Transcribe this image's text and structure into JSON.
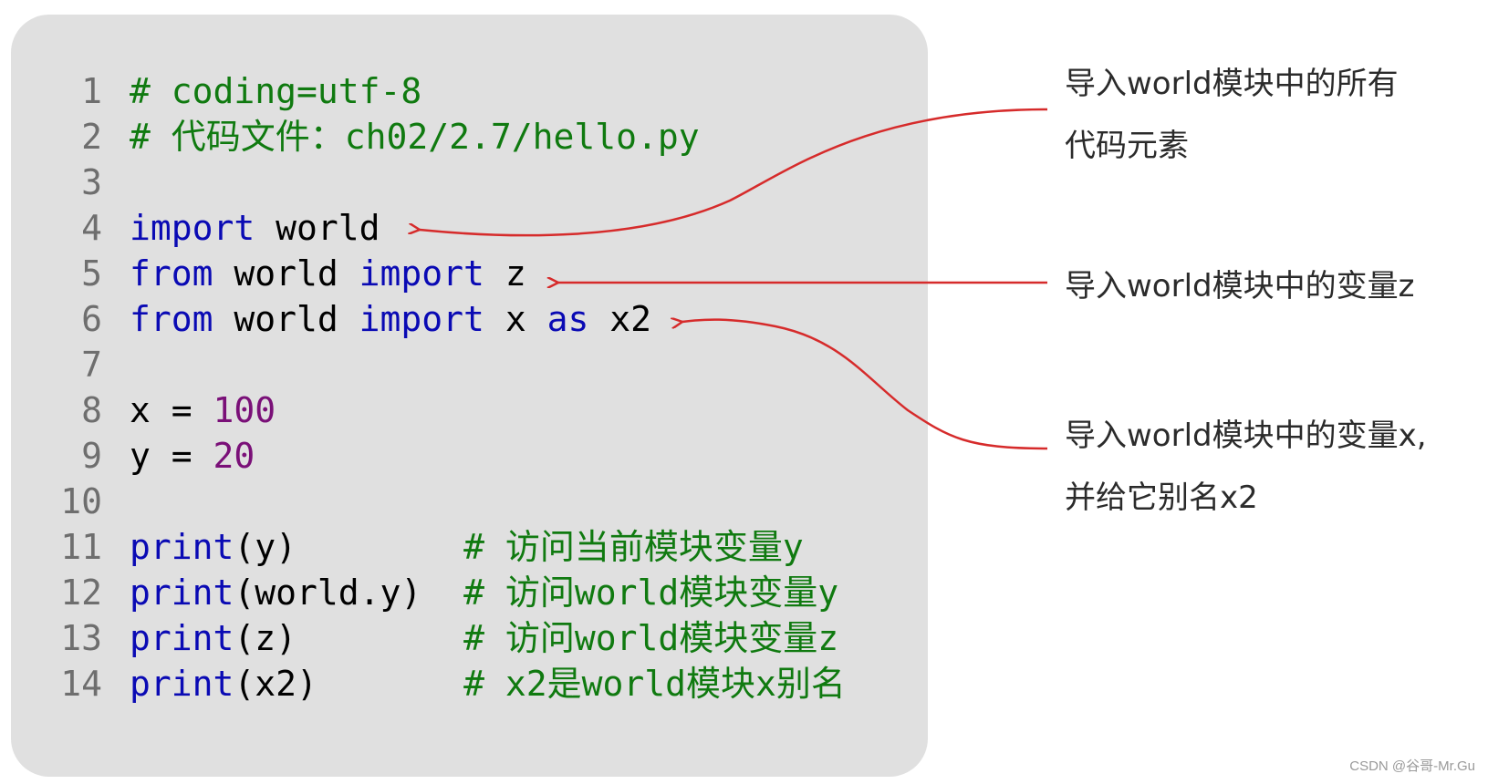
{
  "code": {
    "lines": [
      {
        "n": "1",
        "tokens": [
          {
            "t": "# coding=utf-8",
            "k": "com"
          }
        ]
      },
      {
        "n": "2",
        "tokens": [
          {
            "t": "# 代码文件：ch02/2.7/hello.py",
            "k": "com"
          }
        ]
      },
      {
        "n": "3",
        "tokens": []
      },
      {
        "n": "4",
        "tokens": [
          {
            "t": "import",
            "k": "kw"
          },
          {
            "t": " world",
            "k": "plain"
          }
        ]
      },
      {
        "n": "5",
        "tokens": [
          {
            "t": "from",
            "k": "kw"
          },
          {
            "t": " world ",
            "k": "plain"
          },
          {
            "t": "import",
            "k": "kw"
          },
          {
            "t": " z",
            "k": "plain"
          }
        ]
      },
      {
        "n": "6",
        "tokens": [
          {
            "t": "from",
            "k": "kw"
          },
          {
            "t": " world ",
            "k": "plain"
          },
          {
            "t": "import",
            "k": "kw"
          },
          {
            "t": " x ",
            "k": "plain"
          },
          {
            "t": "as",
            "k": "kw"
          },
          {
            "t": " x2",
            "k": "plain"
          }
        ]
      },
      {
        "n": "7",
        "tokens": []
      },
      {
        "n": "8",
        "tokens": [
          {
            "t": "x = ",
            "k": "plain"
          },
          {
            "t": "100",
            "k": "num"
          }
        ]
      },
      {
        "n": "9",
        "tokens": [
          {
            "t": "y = ",
            "k": "plain"
          },
          {
            "t": "20",
            "k": "num"
          }
        ]
      },
      {
        "n": "10",
        "tokens": []
      },
      {
        "n": "11",
        "tokens": [
          {
            "t": "print",
            "k": "kw"
          },
          {
            "t": "(y)        ",
            "k": "plain"
          },
          {
            "t": "# 访问当前模块变量y",
            "k": "com"
          }
        ]
      },
      {
        "n": "12",
        "tokens": [
          {
            "t": "print",
            "k": "kw"
          },
          {
            "t": "(world.y)  ",
            "k": "plain"
          },
          {
            "t": "# 访问world模块变量y",
            "k": "com"
          }
        ]
      },
      {
        "n": "13",
        "tokens": [
          {
            "t": "print",
            "k": "kw"
          },
          {
            "t": "(z)        ",
            "k": "plain"
          },
          {
            "t": "# 访问world模块变量z",
            "k": "com"
          }
        ]
      },
      {
        "n": "14",
        "tokens": [
          {
            "t": "print",
            "k": "kw"
          },
          {
            "t": "(x2)       ",
            "k": "plain"
          },
          {
            "t": "# x2是world模块x别名",
            "k": "com"
          }
        ]
      }
    ]
  },
  "annotations": {
    "a1": {
      "line1": "导入world模块中的所有",
      "line2": "代码元素"
    },
    "a2": {
      "line1": "导入world模块中的变量z"
    },
    "a3": {
      "line1": "导入world模块中的变量x,",
      "line2": "并给它别名x2"
    }
  },
  "watermark": "CSDN @谷哥-Mr.Gu",
  "colors": {
    "panel_bg": "#e0e0e0",
    "keyword": "#0a0ab4",
    "comment": "#107a10",
    "number": "#7a1078",
    "line_number": "#6e6e6e",
    "arrow": "#d62b2b"
  }
}
